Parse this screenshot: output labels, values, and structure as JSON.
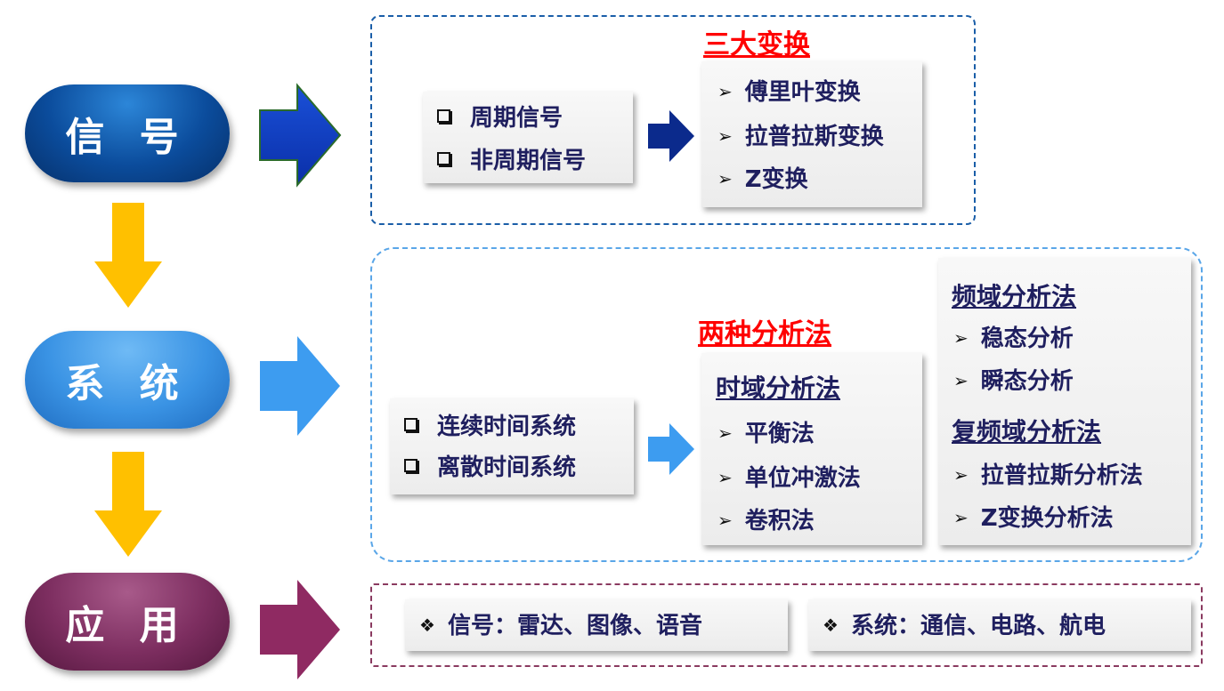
{
  "stages": {
    "signal": "信 号",
    "system": "系 统",
    "application": "应 用"
  },
  "signal_box": {
    "title": "三大变换",
    "types": [
      "周期信号",
      "非周期信号"
    ],
    "transforms": [
      "傅里叶变换",
      "拉普拉斯变换",
      "Z变换"
    ]
  },
  "system_box": {
    "title": "两种分析法",
    "types": [
      "连续时间系统",
      "离散时间系统"
    ],
    "time_domain": {
      "heading": "时域分析法",
      "items": [
        "平衡法",
        "单位冲激法",
        "卷积法"
      ]
    },
    "frequency_domain": {
      "heading": "频域分析法",
      "items": [
        "稳态分析",
        "瞬态分析"
      ]
    },
    "complex_frequency_domain": {
      "heading": "复频域分析法",
      "items": [
        "拉普拉斯分析法",
        "Z变换分析法"
      ]
    }
  },
  "application_box": {
    "signal_apps": "信号：雷达、图像、语音",
    "system_apps": "系统：通信、电路、航电"
  },
  "colors": {
    "signal_pill": "#0a4fa0",
    "system_pill": "#3d96e6",
    "application_pill": "#7a2a5c",
    "down_arrow": "#ffc000",
    "heading_text": "#1f1f5f",
    "title_red": "#ff0000"
  }
}
